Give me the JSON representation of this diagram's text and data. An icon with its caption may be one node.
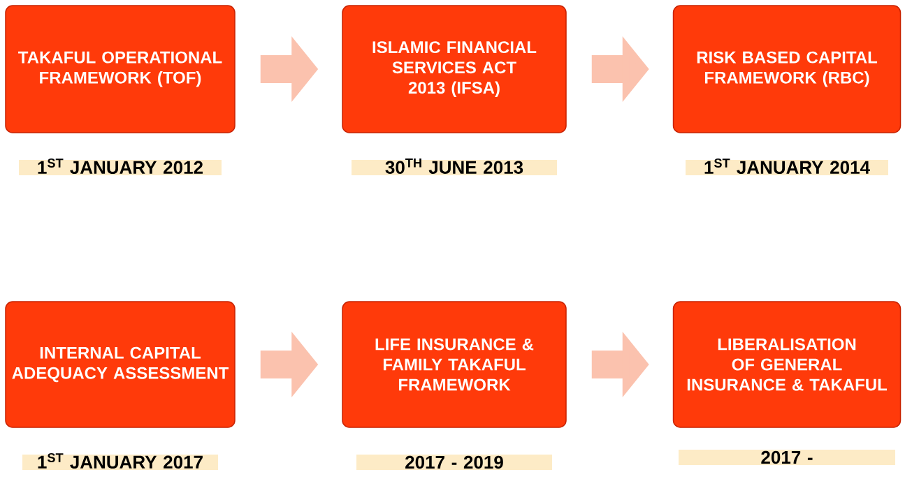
{
  "diagram": {
    "nodes": [
      {
        "text": [
          "TAKAFUL OPERATIONAL FRAMEWORK (TOF)"
        ],
        "beside": [
          "1$^{ST}$ JANUARY 2012"
        ]
      },
      {
        "text": [
          "ISLAMIC FINANCIAL SERVICES ACT 2013 (IFSA)"
        ],
        "beside": [
          "30$^{TH}$ JUNE 2013"
        ]
      },
      {
        "text": [
          "RISK BASED CAPITAL FRAMEWORK (RBC)"
        ],
        "beside": [
          "1$^{ST}$ JANUARY 2014"
        ]
      },
      {
        "text": [
          "INTERNAL CAPITAL ADEQUACY ASSESSMENT"
        ],
        "beside": [
          "1$^{ST}$ JANUARY 2017"
        ]
      },
      {
        "text": [
          "LIFE INSURANCE & FAMILY TAKAFUL FRAMEWORK"
        ],
        "beside": [
          "2017 - 2019"
        ]
      },
      {
        "text": [
          "LIBERALISATION OF GENERAL INSURANCE & TAKAFUL"
        ],
        "beside": [
          "2017 -"
        ]
      }
    ],
    "edges": [
      {
        "from": 0,
        "to": 1,
        "arrow": "to"
      },
      {
        "from": 1,
        "to": 2,
        "arrow": "to"
      },
      {
        "from": 3,
        "to": 4,
        "arrow": "to"
      },
      {
        "from": 4,
        "to": 5,
        "arrow": "to"
      }
    ]
  }
}
